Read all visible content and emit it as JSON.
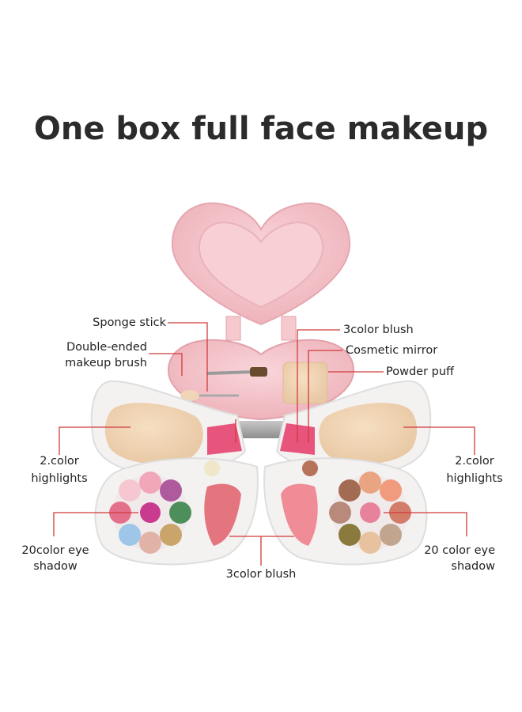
{
  "title": "One box full face makeup",
  "labels": {
    "sponge_stick": "Sponge stick",
    "double_ended_brush_1": "Double-ended",
    "double_ended_brush_2": "makeup brush",
    "three_color_blush_top": "3color blush",
    "cosmetic_mirror": "Cosmetic mirror",
    "powder_puff": "Powder puff",
    "highlights_left_1": "2.color",
    "highlights_left_2": "highlights",
    "highlights_right_1": "2.color",
    "highlights_right_2": "highlights",
    "eye_shadow_left_1": "20color eye",
    "eye_shadow_left_2": "shadow",
    "eye_shadow_right_1": "20 color eye",
    "eye_shadow_right_2": "shadow",
    "three_color_blush_bottom": "3color blush"
  },
  "colors": {
    "case_pink": "#f4c2c8",
    "case_pink_dark": "#e9a9b2",
    "leader_line": "#d23a3a",
    "title_text": "#2b2b2b"
  }
}
